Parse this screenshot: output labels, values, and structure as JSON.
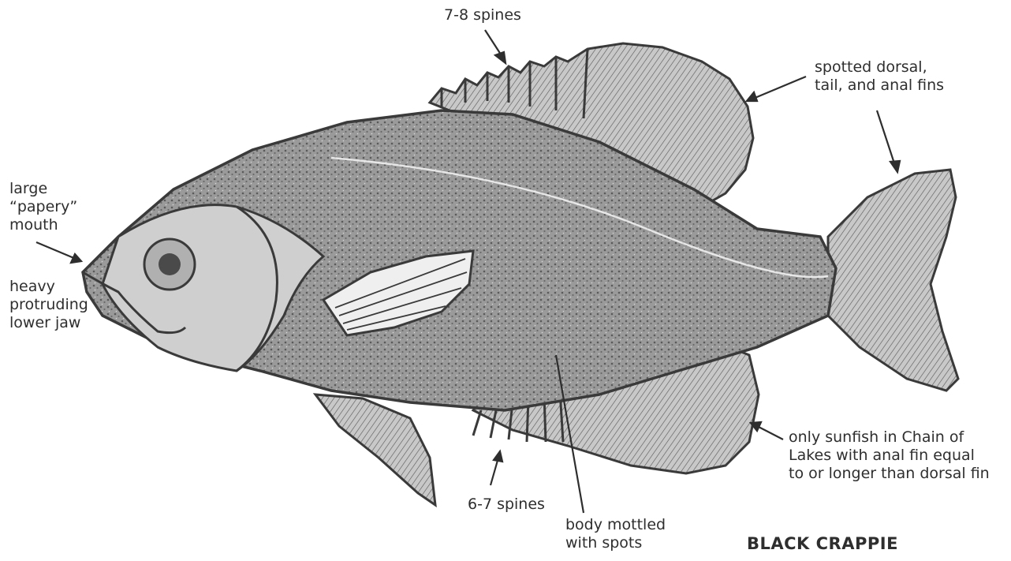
{
  "title": "BLACK CRAPPIE",
  "colors": {
    "ink": "#3a3a3a",
    "body": "#8f8f8f",
    "fin": "#b4b4b4",
    "paper": "#ffffff"
  },
  "labels": {
    "dorsal_spines": [
      "7-8 spines"
    ],
    "spotted_fins": [
      "spotted dorsal,",
      "tail, and anal fins"
    ],
    "mouth": [
      "large",
      "“papery”",
      "mouth"
    ],
    "jaw": [
      "heavy",
      "protruding",
      "lower jaw"
    ],
    "anal_spines": [
      "6-7 spines"
    ],
    "body": [
      "body mottled",
      "with spots"
    ],
    "anal_fin": [
      "only sunfish in Chain of",
      "Lakes with anal fin equal",
      "to or longer than dorsal fin"
    ]
  }
}
